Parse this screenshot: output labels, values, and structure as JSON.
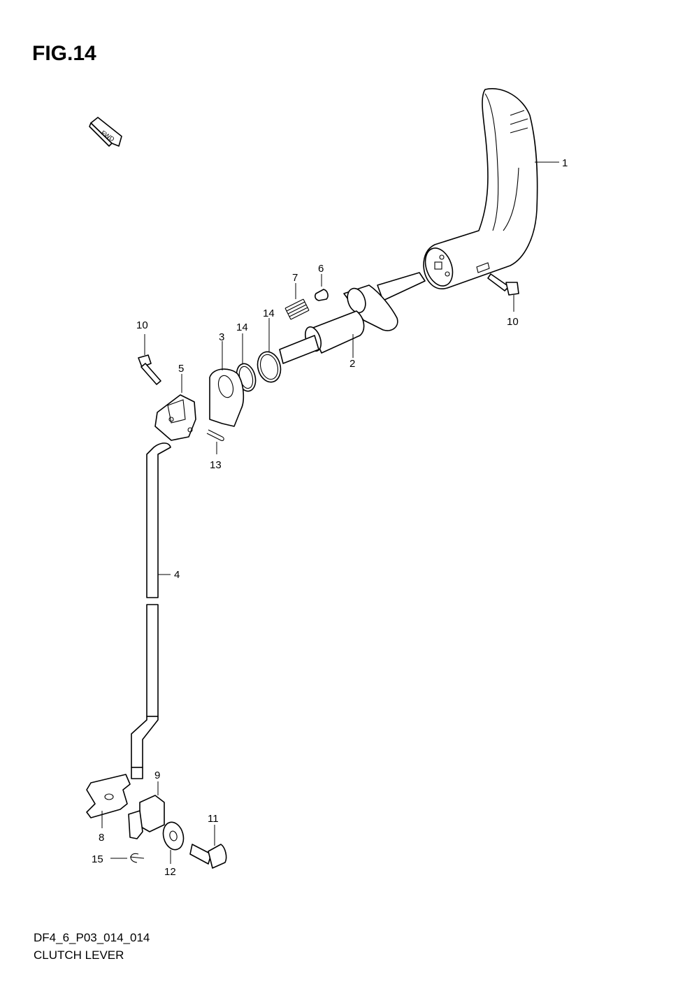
{
  "figure": {
    "title": "FIG.14",
    "code": "DF4_6_P03_014_014",
    "name": "CLUTCH LEVER"
  },
  "direction_marker": {
    "label": "FWD",
    "icon": "fwd-arrow-icon"
  },
  "callouts": {
    "c1": "1",
    "c2": "2",
    "c3": "3",
    "c4": "4",
    "c5": "5",
    "c6": "6",
    "c7": "7",
    "c8": "8",
    "c9": "9",
    "c10a": "10",
    "c10b": "10",
    "c11": "11",
    "c12": "12",
    "c13": "13",
    "c14a": "14",
    "c14b": "14",
    "c15": "15"
  }
}
